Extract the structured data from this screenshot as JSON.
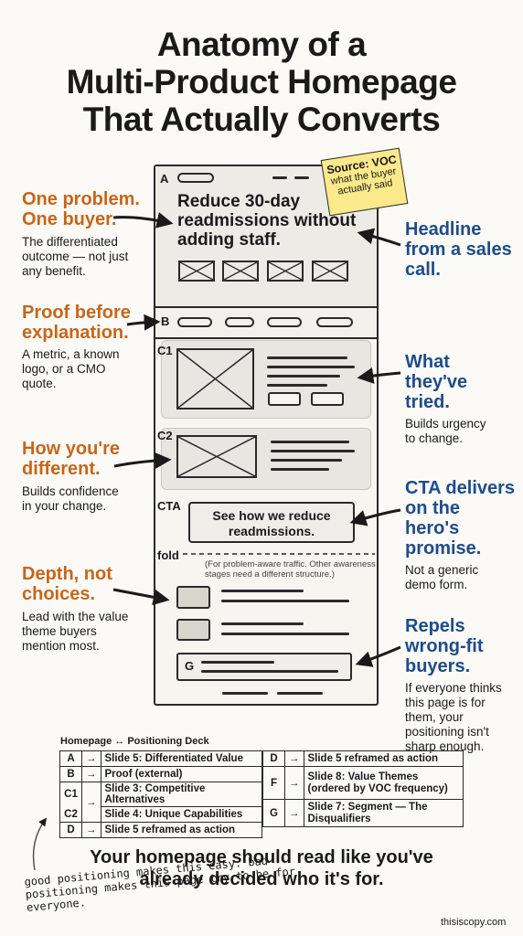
{
  "title": [
    "Anatomy of a",
    "Multi-Product Homepage",
    "That Actually Converts"
  ],
  "wireframe": {
    "label_a": "A",
    "headline": "Reduce 30-day readmissions without adding staff.",
    "label_b": "B",
    "label_c1": "C1",
    "label_c2": "C2",
    "label_cta": "CTA",
    "cta_button": "See how we reduce readmissions.",
    "fold_label": "fold",
    "fold_note": "(For problem-aware traffic. Other awareness stages need a different structure.)",
    "label_g": "G"
  },
  "sticky_note": {
    "heading": "Source: VOC",
    "body": "what the buyer actually said"
  },
  "annotations": {
    "left": [
      {
        "heading": "One problem. One buyer.",
        "body": "The differentiated outcome — not just any benefit."
      },
      {
        "heading": "Proof before explanation.",
        "body": "A metric, a known logo, or a CMO quote."
      },
      {
        "heading": "How you're different.",
        "body": "Builds confidence in your change."
      },
      {
        "heading": "Depth, not choices.",
        "body": "Lead with the value theme buyers mention most."
      }
    ],
    "right": [
      {
        "heading": "Headline from a sales call.",
        "body": ""
      },
      {
        "heading": "What they've tried.",
        "body": "Builds urgency to change."
      },
      {
        "heading": "CTA delivers on the hero's promise.",
        "body": "Not a generic demo form."
      },
      {
        "heading": "Repels wrong-fit buyers.",
        "body": "If everyone thinks this page is for them, your positioning isn't sharp enough."
      }
    ]
  },
  "mapping": {
    "title": "Homepage ↔ Positioning Deck",
    "arrow": "→",
    "left_rows": [
      {
        "key": "A",
        "value": "Slide 5: Differentiated Value"
      },
      {
        "key": "B",
        "value": "Proof (external)"
      },
      {
        "key": "C1",
        "value": "Slide 3: Competitive Alternatives"
      },
      {
        "key": "C2",
        "value": "Slide 4: Unique Capabilities"
      },
      {
        "key": "D",
        "value": "Slide 5 reframed as action"
      }
    ],
    "right_rows": [
      {
        "key": "D",
        "value": "Slide 5 reframed as action"
      },
      {
        "key": "F",
        "value": "Slide 8: Value Themes (ordered by VOC frequency)"
      },
      {
        "key": "G",
        "value": "Slide 7: Segment — The Disqualifiers"
      }
    ]
  },
  "tagline": "Your homepage should read like you've already decided who it's for.",
  "hand_note": "good positioning makes this easy. bad positioning makes this page try to be for everyone.",
  "credit": "thisiscopy.com",
  "colors": {
    "orange": "#c7661a",
    "blue": "#1e4c8a",
    "sticky": "#fbe98b"
  }
}
